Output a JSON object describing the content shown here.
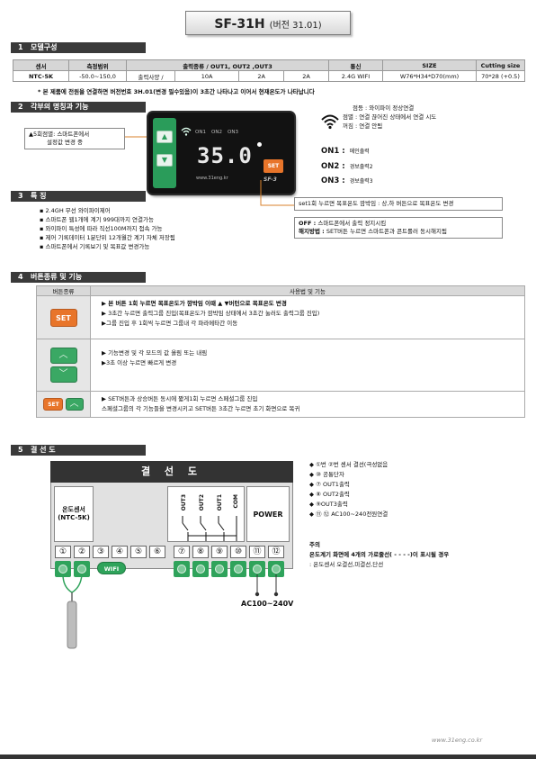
{
  "header": {
    "model": "SF-31H",
    "version": "(버전 31.01)"
  },
  "sections": {
    "s1": {
      "num": "1",
      "title": "모델구성"
    },
    "s2": {
      "num": "2",
      "title": "각부의 명칭과 기능"
    },
    "s3": {
      "num": "3",
      "title": "특 징"
    },
    "s4": {
      "num": "4",
      "title": "버튼종류 및 기능"
    },
    "s5": {
      "num": "5",
      "title": "결 선 도"
    }
  },
  "spec_table": {
    "headers": [
      "센서",
      "측정범위",
      "출력종류 / OUT1, OUT2 ,OUT3",
      "",
      "",
      "",
      "통신",
      "SIZE",
      "Cutting size"
    ],
    "row": [
      "NTC-5K",
      "-50.0~150,0",
      "출력사양 /",
      "10A",
      "2A",
      "2A",
      "2.4G WIFI",
      "W76*H34*D70(mm)",
      "70*28 (+0.5)"
    ]
  },
  "spec_note": "* 본 제품에 전원을 연결하면 버전번호 3H.01(변경 필수있음)이 3초간 나타나고 이어서 현재온도가 나타납니다",
  "device": {
    "on_labels": [
      "ON1",
      "ON2",
      "ON3"
    ],
    "display": "35.0",
    "set_label": "SET",
    "url": "www.31eng.kr",
    "model": "SF-3",
    "up_arrow": "▲",
    "down_arrow": "▼"
  },
  "callout_left": {
    "line1": "▲5회점멸: 스마트폰에서",
    "line2": "설정값 변경 중"
  },
  "wifi_indicator": {
    "line1": "점등 : 와이파이 정상연결",
    "line2": "점멸 : 연결 끊어진 상태에서 연결 시도",
    "line3": "꺼짐 : 연결 안됨"
  },
  "outputs": [
    {
      "label": "ON1 :",
      "desc": "메인출력"
    },
    {
      "label": "ON2 :",
      "desc": "경보출력2"
    },
    {
      "label": "ON3 :",
      "desc": "경보출력3"
    }
  ],
  "callout_set": "set1회 누르면 목표온도 깜박임 : 상,하 버튼으로 목표온도 변경",
  "callout_off": {
    "off_label": "OFF :",
    "off_text": "스마트폰에서 출력 정지시킴",
    "release_label": "해지방법 :",
    "release_text": "SET버튼 누르면 스마트폰과 콘트롤러 동시해지됨"
  },
  "features": [
    "▪ 2.4GH 무선 와이파이제어",
    "▪ 스마트폰 웹1개에 계기 999대까지 연결가능",
    "▪ 와이파이 특성에 따라 직선100M까지 접속 가능",
    "▪ 제어 기록데이터 1분단위 12개월간 계기 자체 저장됨",
    "▪ 스마트폰에서 기록보기 및 목표값 변경가능"
  ],
  "button_table": {
    "header_left": "버튼종류",
    "header_right": "사용법 및 기능",
    "set_label": "SET",
    "up_arrow": "︿",
    "down_arrow": "﹀",
    "row1": [
      "▶ 본 버튼 1회 누르면 목표온도가 깜박임 이때 ▲ ▼버턴으로 목표온도 변경",
      "▶ 3초간 누르면 출력그룹 진입(목표온도가 깜박임 상태에서 3초간 눌러도 출력그룹 진입)",
      "▶그룹 진입 후 1회씩 누르면 그룹내 각 파라메타간 이동"
    ],
    "row2": [
      "▶ 기능변경 및 각 모드의 값 올림 또는 내림",
      "▶3초 이상 누르면 빠르게 변경"
    ],
    "row3": [
      "▶ SET버튼과 상승버튼 동시에 짧게1회 누르면 스페셜그룹 진입",
      "스페셜그룹의 각 기능들을 변경시키고 SET버튼 3초간 누르면 초기 화면으로 복귀"
    ]
  },
  "wiring": {
    "title": "결 선 도",
    "sensor_label_1": "온도센서",
    "sensor_label_2": "(NTC-5K)",
    "out_labels": [
      "OUT3",
      "OUT2",
      "OUT1",
      "COM"
    ],
    "power_label": "POWER",
    "terminals": [
      "①",
      "②",
      "③",
      "④",
      "⑤",
      "⑥",
      "⑦",
      "⑧",
      "⑨",
      "⑩",
      "⑪",
      "⑫"
    ],
    "wifi_label": "WIFI",
    "ac_label": "AC100~240V"
  },
  "legend": [
    "◆  ①번 ②번 센서 결선(극성없음",
    "◆  ⑩ 공통단자",
    "◆  ⑦ OUT1출력",
    "◆  ⑧ OUT2출력",
    "◆  ⑨OUT3출력",
    "◆  ⑪ ⑫ AC100~240전원연결"
  ],
  "caution": {
    "title": "주의",
    "line1": "온도계기 화면에 4개의 가로줄선( - - - -)이 표시될 경우",
    "line2": ": 온도센서 오결선,미결선,단선"
  },
  "footer": "www.31eng.co.kr"
}
